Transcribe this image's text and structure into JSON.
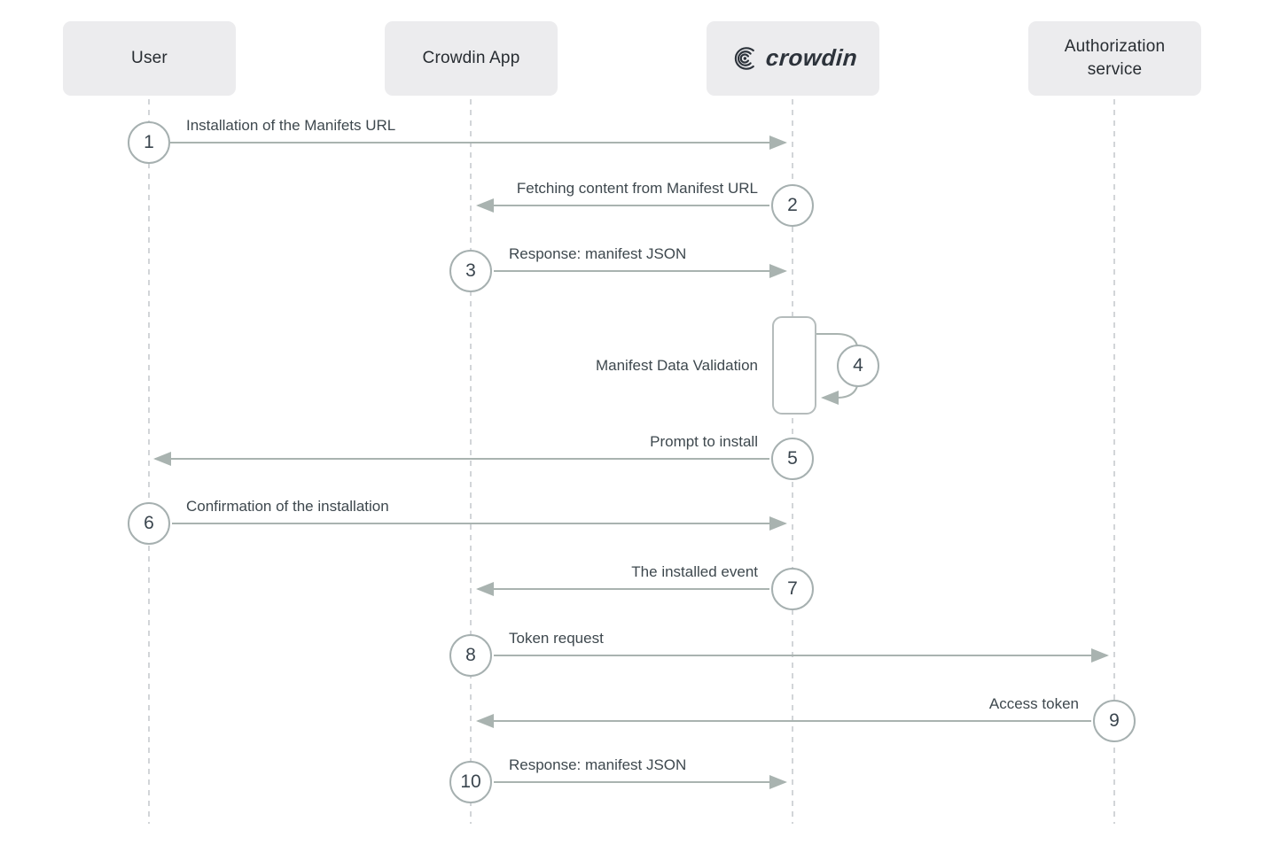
{
  "diagram": {
    "actors": [
      {
        "label": "User"
      },
      {
        "label": "Crowdin App"
      },
      {
        "label": "crowdin",
        "icon": "crowdin-swirl-icon"
      },
      {
        "label": "Authorization service"
      }
    ],
    "messages": [
      {
        "step": "1",
        "label": "Installation of the Manifets URL",
        "from": "User",
        "to": "Crowdin"
      },
      {
        "step": "2",
        "label": "Fetching content from Manifest URL",
        "from": "Crowdin",
        "to": "Crowdin App"
      },
      {
        "step": "3",
        "label": "Response: manifest JSON",
        "from": "Crowdin App",
        "to": "Crowdin"
      },
      {
        "step": "4",
        "label": "Manifest Data Validation",
        "from": "Crowdin",
        "to": "Crowdin",
        "self_loop": true
      },
      {
        "step": "5",
        "label": "Prompt to install",
        "from": "Crowdin",
        "to": "User"
      },
      {
        "step": "6",
        "label": "Confirmation of the installation",
        "from": "User",
        "to": "Crowdin"
      },
      {
        "step": "7",
        "label": "The installed event",
        "from": "Crowdin",
        "to": "Crowdin App"
      },
      {
        "step": "8",
        "label": "Token request",
        "from": "Crowdin App",
        "to": "Authorization service"
      },
      {
        "step": "9",
        "label": "Access token",
        "from": "Authorization service",
        "to": "Crowdin App"
      },
      {
        "step": "10",
        "label": "Response: manifest JSON",
        "from": "Crowdin App",
        "to": "Crowdin"
      }
    ],
    "colors": {
      "arrow": "#a9b3b0",
      "lifeline": "#d2d5d8",
      "actor_bg": "#ececee",
      "actor_text": "#272c31",
      "label_text": "#3e484e",
      "circle_border": "#a6b0b0",
      "circle_number": "#3a454e",
      "activation_border": "#b5bcbc",
      "logo_color": "#2d333b"
    }
  }
}
